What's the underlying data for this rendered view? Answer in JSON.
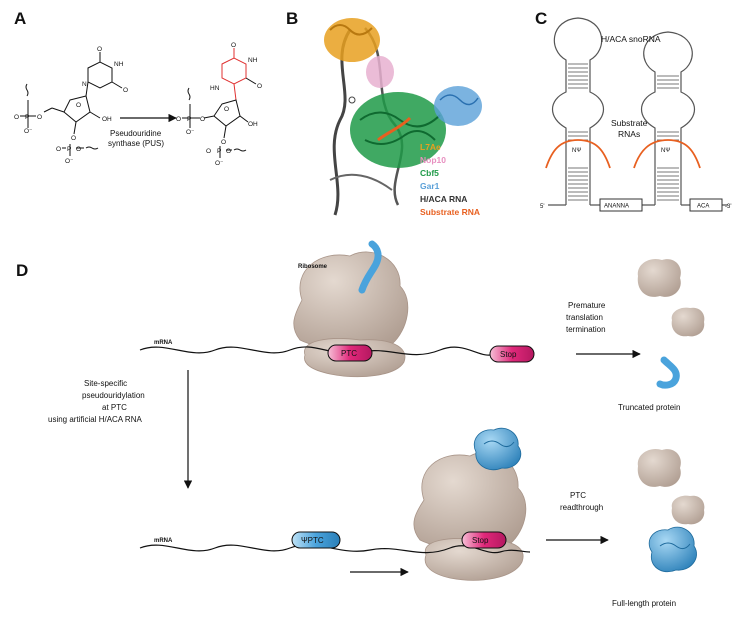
{
  "panels": {
    "a": "A",
    "b": "B",
    "c": "C",
    "d": "D"
  },
  "panel_a": {
    "enzyme_line1": "Pseudouridine",
    "enzyme_line2": "synthase (PUS)",
    "atoms": {
      "o": "O",
      "nh": "NH",
      "n": "N",
      "hn": "HN",
      "oh": "OH",
      "p": "P",
      "o_minus": "O⁻",
      "o_plain": "O"
    }
  },
  "panel_b": {
    "legend": [
      {
        "label": "L7Ae",
        "color": "#e8a020"
      },
      {
        "label": "Nop10",
        "color": "#e890c0"
      },
      {
        "label": "Cbf5",
        "color": "#1f9a48"
      },
      {
        "label": "Gar1",
        "color": "#5aa0d8"
      },
      {
        "label": "H/ACA RNA",
        "color": "#333333"
      },
      {
        "label": "Substrate RNA",
        "color": "#e86020"
      }
    ]
  },
  "panel_c": {
    "title": "H/ACA snoRNA",
    "substrate_line1": "Substrate",
    "substrate_line2": "RNAs",
    "psi_label": "NΨ",
    "five_prime": "5'",
    "three_prime": "-3'",
    "box_hinge": "ANANNA",
    "box_aca": "ACA",
    "accent": "#e86020"
  },
  "panel_d": {
    "ribosome_label": "Ribosome",
    "mrna_label": "mRNA",
    "ptc_label": "PTC",
    "stop_label": "Stop",
    "psi_ptc_label": "ΨPTC",
    "premature": [
      "Premature",
      "translation",
      "termination"
    ],
    "truncated": "Truncated protein",
    "site_specific": [
      "Site-specific",
      "pseudouridylation",
      "at PTC",
      "using artificial H/ACA RNA"
    ],
    "readthrough": [
      "PTC",
      "readthrough"
    ],
    "full_length": "Full-length protein",
    "colors": {
      "ribosome": "#cbbdb2",
      "magenta": "#e0287a",
      "blue": "#4aa3dc"
    }
  }
}
